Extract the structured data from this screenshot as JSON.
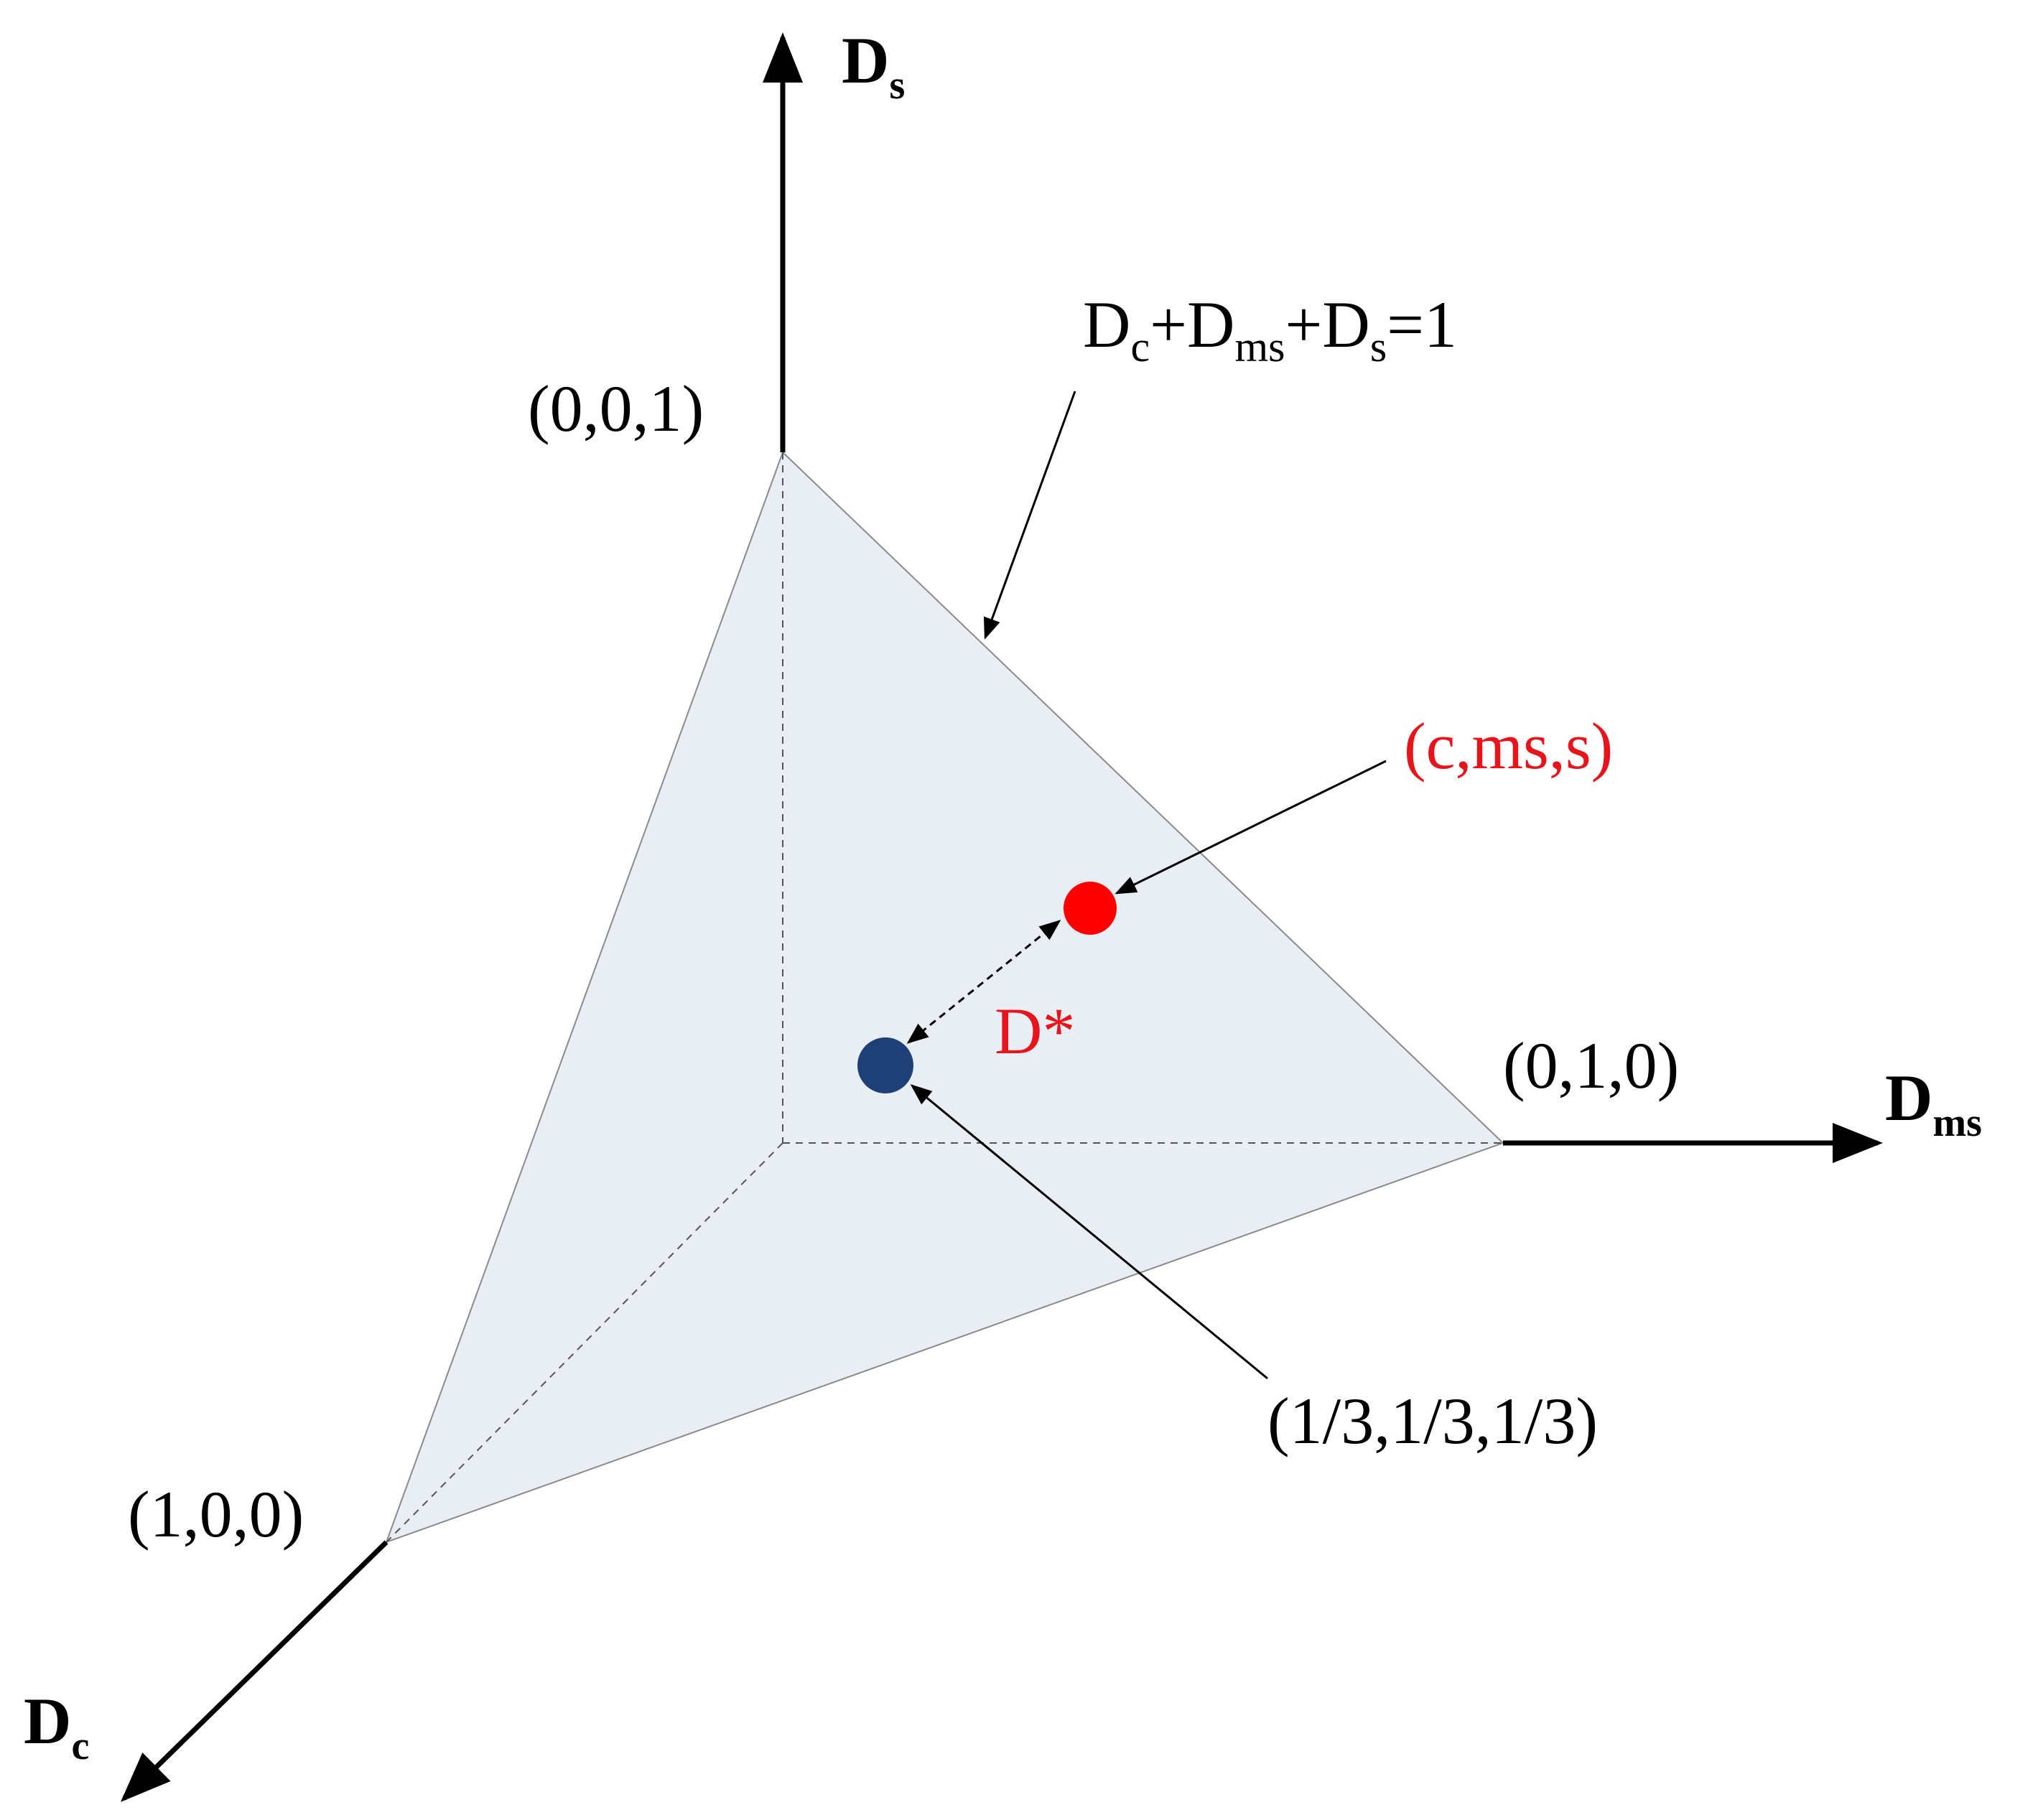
{
  "colors": {
    "plane_fill": "#e9eef5",
    "plane_edge": "#8a8a8a",
    "axis": "#000000",
    "red_point": "#ff0000",
    "blue_point": "#1f3f77",
    "red_text": "#e8141b",
    "black_text": "#000000"
  },
  "axes": {
    "ds": {
      "main": "D",
      "sub": "s"
    },
    "dms": {
      "main": "D",
      "sub": "ms"
    },
    "dc": {
      "main": "D",
      "sub": "c"
    }
  },
  "vertices": {
    "top": "(0,0,1)",
    "right": "(0,1,0)",
    "left": "(1,0,0)"
  },
  "equation": {
    "d1": "D",
    "s1": "c",
    "plus1": "+",
    "d2": "D",
    "s2": "ms",
    "plus2": "+",
    "d3": "D",
    "s3": "s",
    "tail": "=1"
  },
  "points": {
    "red_label": "(c,ms,s)",
    "blue_label": "(1/3,1/3,1/3)",
    "distance_label": "D*"
  }
}
